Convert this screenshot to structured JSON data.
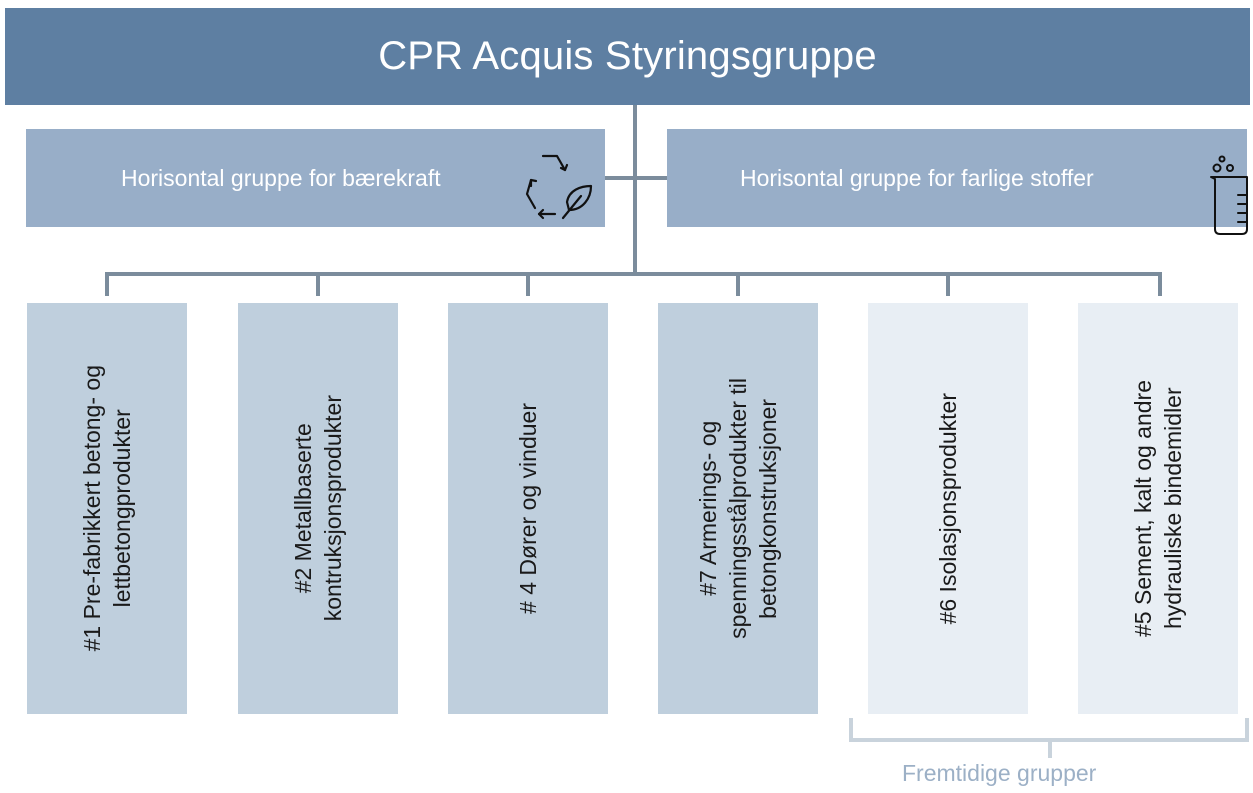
{
  "root": {
    "title": "CPR Acquis Styringsgruppe"
  },
  "horizontal_groups": [
    {
      "label": "Horisontal gruppe for bærekraft",
      "icon": "recycle-leaf-icon"
    },
    {
      "label": "Horisontal gruppe for farlige stoffer",
      "icon": "beaker-icon"
    }
  ],
  "groups": [
    {
      "lines": [
        "#1 Pre-fabrikkert betong- og",
        "lettbetongprodukter"
      ],
      "status": "current"
    },
    {
      "lines": [
        "#2 Metallbaserte",
        "kontruksjonsprodukter"
      ],
      "status": "current"
    },
    {
      "lines": [
        "# 4 Dører og vinduer"
      ],
      "status": "current"
    },
    {
      "lines": [
        "#7 Armerings- og",
        "spenningsstålprodukter til",
        "betongkonstruksjoner"
      ],
      "status": "current"
    },
    {
      "lines": [
        "#6 Isolasjonsprodukter"
      ],
      "status": "future"
    },
    {
      "lines": [
        "#5 Sement, kalt og andre",
        "hydrauliske bindemidler"
      ],
      "status": "future"
    }
  ],
  "future_groups_label": "Fremtidige grupper",
  "colors": {
    "root": "#5e7fa2",
    "horizontal": "#98aec8",
    "current_group": "#bfcfdd",
    "future_group": "#e8eef4",
    "connector": "#7b8c9c",
    "future_label": "#9cb0c6"
  }
}
